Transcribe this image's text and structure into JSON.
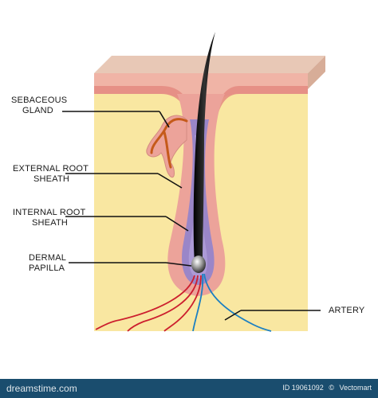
{
  "labels": {
    "sebaceous_line1": "SEBACEOUS",
    "sebaceous_line2": "GLAND",
    "external_line1": "EXTERNAL ROOT",
    "external_line2": "SHEATH",
    "internal_line1": "INTERNAL ROOT",
    "internal_line2": "SHEATH",
    "dermal_line1": "DERMAL",
    "dermal_line2": "PAPILLA",
    "artery": "ARTERY"
  },
  "footer": {
    "brand": "dreamstime.com",
    "id_text": "ID 19061092",
    "separator": "©",
    "author": "Vectomart"
  },
  "colors": {
    "epidermis_top": "#f2d4c8",
    "epidermis_band": "#e79a8e",
    "dermis": "#f9e7a1",
    "follicle_outer": "#eaa097",
    "follicle_inner": "#9a86c8",
    "hair": "#1a1a1a",
    "artery": "#cc1f2e",
    "vein": "#1b7fc2",
    "gland": "#c55a1a",
    "footer_bg": "#1a4d6e"
  }
}
